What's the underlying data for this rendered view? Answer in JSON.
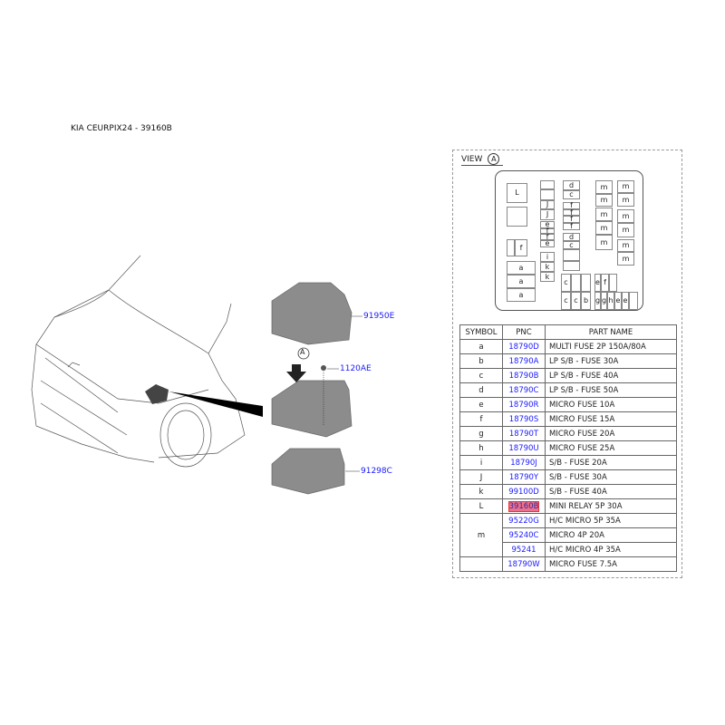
{
  "title": "KIA CEURPIX24 - 39160B",
  "callouts": {
    "cover": "91950E",
    "bolt": "1120AE",
    "lower": "91298C",
    "view_marker": "A"
  },
  "view": {
    "label": "VIEW",
    "marker": "A",
    "cells": [
      "L",
      "",
      "",
      "",
      "J",
      "J",
      "e",
      "f",
      "f",
      "e",
      "i",
      "k",
      "k",
      "d",
      "c",
      "f",
      "f",
      "f",
      "f",
      "d",
      "c",
      "",
      "",
      "m",
      "m",
      "m",
      "m",
      "m",
      "m",
      "m",
      "m",
      "m",
      "m",
      "m",
      "f",
      "a",
      "a",
      "a",
      "c",
      "",
      "",
      "c",
      "c",
      "b",
      "e",
      "f",
      "",
      "g",
      "g",
      "h",
      "e",
      "e",
      ""
    ]
  },
  "table": {
    "headers": [
      "SYMBOL",
      "PNC",
      "PART NAME"
    ],
    "rows": [
      {
        "symbol": "a",
        "pnc": "18790D",
        "name": "MULTI FUSE 2P 150A/80A"
      },
      {
        "symbol": "b",
        "pnc": "18790A",
        "name": "LP S/B - FUSE 30A"
      },
      {
        "symbol": "c",
        "pnc": "18790B",
        "name": "LP S/B - FUSE 40A"
      },
      {
        "symbol": "d",
        "pnc": "18790C",
        "name": "LP S/B - FUSE 50A"
      },
      {
        "symbol": "e",
        "pnc": "18790R",
        "name": "MICRO FUSE 10A"
      },
      {
        "symbol": "f",
        "pnc": "18790S",
        "name": "MICRO FUSE 15A"
      },
      {
        "symbol": "g",
        "pnc": "18790T",
        "name": "MICRO FUSE 20A"
      },
      {
        "symbol": "h",
        "pnc": "18790U",
        "name": "MICRO FUSE 25A"
      },
      {
        "symbol": "i",
        "pnc": "18790J",
        "name": "S/B - FUSE 20A"
      },
      {
        "symbol": "J",
        "pnc": "18790Y",
        "name": "S/B - FUSE 30A"
      },
      {
        "symbol": "k",
        "pnc": "99100D",
        "name": "S/B - FUSE 40A"
      },
      {
        "symbol": "L",
        "pnc": "39160B",
        "name": "MINI RELAY 5P 30A"
      },
      {
        "symbol": "m",
        "pnc": "95220G",
        "name": "H/C MICRO 5P 35A"
      },
      {
        "symbol": "",
        "pnc": "95240C",
        "name": "MICRO 4P 20A"
      },
      {
        "symbol": "",
        "pnc": "95241",
        "name": "H/C MICRO 4P 35A"
      },
      {
        "symbol": "",
        "pnc": "18790W",
        "name": "MICRO FUSE 7.5A"
      }
    ]
  }
}
